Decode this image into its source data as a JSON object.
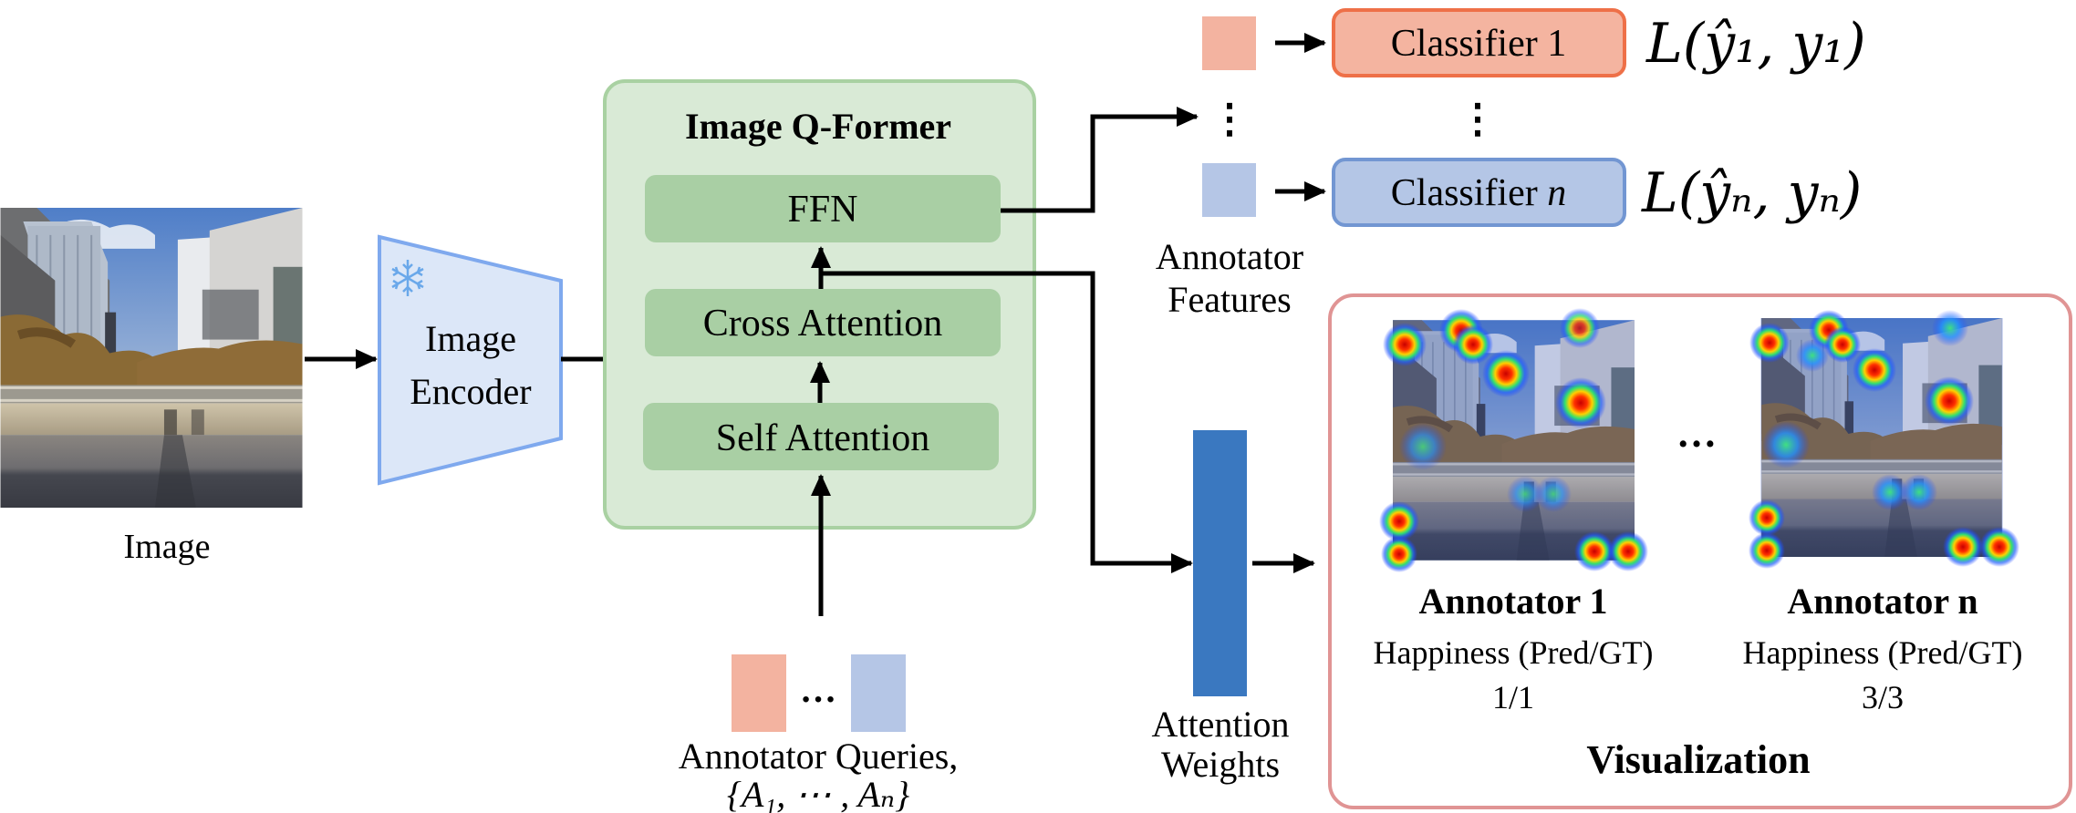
{
  "input": {
    "label": "Image"
  },
  "encoder": {
    "label_line1": "Image",
    "label_line2": "Encoder",
    "frozen_icon": "snowflake-icon"
  },
  "qformer": {
    "title": "Image Q-Former",
    "layers": [
      "FFN",
      "Cross Attention",
      "Self Attention"
    ]
  },
  "queries": {
    "ellipsis": "…",
    "label_line1": "Annotator Queries,",
    "label_line2": "{A₁, ⋯ , Aₙ}"
  },
  "features": {
    "label_line1": "Annotator",
    "label_line2": "Features",
    "vdots": "⋮"
  },
  "classifiers": [
    {
      "label": "Classifier 1",
      "loss": "L(ŷ₁, y₁)",
      "color": "#f4b4a0",
      "border": "#ee7048"
    },
    {
      "label": "Classifier ",
      "label_italic": "n",
      "loss": "L(ŷₙ, yₙ)",
      "color": "#b4c6e6",
      "border": "#7296d2"
    }
  ],
  "classifier_vdots": "⋮",
  "attention": {
    "label_line1": "Attention",
    "label_line2": "Weights",
    "color": "#3a78c0"
  },
  "visualization": {
    "title": "Visualization",
    "ellipsis": "…",
    "annotators": [
      {
        "name": "Annotator 1",
        "metric": "Happiness (Pred/GT)",
        "value": "1/1"
      },
      {
        "name": "Annotator n",
        "metric": "Happiness (Pred/GT)",
        "value": "3/3"
      }
    ],
    "border": "#e09494"
  },
  "colors": {
    "qformer_bg": "#d9ead6",
    "qformer_border": "#a9d1a2",
    "layer_bg": "#a9cfa4",
    "encoder_bg": "#dce7f8",
    "encoder_border": "#7fa9ee",
    "query_red": "#f3b3a0",
    "query_blue": "#b5c6e6"
  }
}
